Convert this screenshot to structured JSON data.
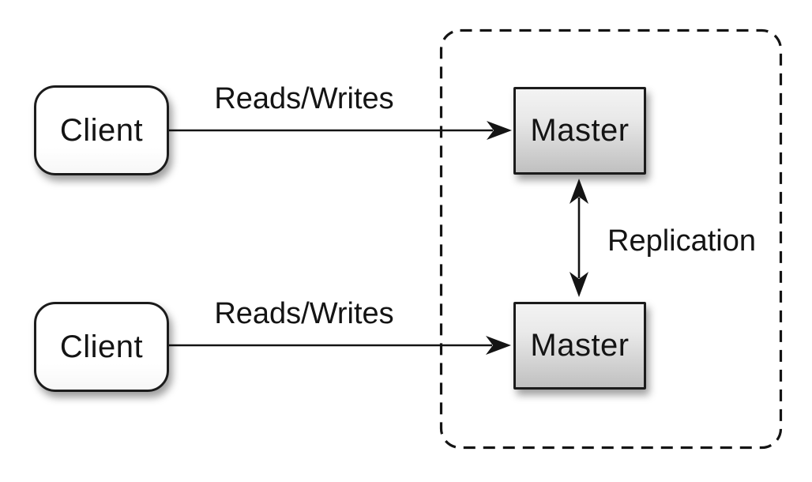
{
  "diagram": {
    "type": "architecture-diagram",
    "background_color": "#ffffff",
    "stroke_color": "#141414",
    "nodes": {
      "client_top": {
        "label": "Client",
        "shape": "rounded-rect",
        "fill": "#ffffff"
      },
      "client_bottom": {
        "label": "Client",
        "shape": "rounded-rect",
        "fill": "#ffffff"
      },
      "master_top": {
        "label": "Master",
        "shape": "rect",
        "fill_top": "#f3f3f3",
        "fill_bottom": "#c0c0c0"
      },
      "master_bottom": {
        "label": "Master",
        "shape": "rect",
        "fill_top": "#f3f3f3",
        "fill_bottom": "#c0c0c0"
      }
    },
    "groups": {
      "replication_boundary": {
        "style": "dashed-rounded-rect",
        "stroke": "#141414",
        "contains": [
          "master_top",
          "master_bottom"
        ]
      }
    },
    "edges": {
      "top_reads_writes": {
        "label": "Reads/Writes",
        "from": "client_top",
        "to": "master_top",
        "arrow": "single-head"
      },
      "bottom_reads_writes": {
        "label": "Reads/Writes",
        "from": "client_bottom",
        "to": "master_bottom",
        "arrow": "single-head"
      },
      "replication": {
        "label": "Replication",
        "from": "master_top",
        "to": "master_bottom",
        "arrow": "double-head"
      }
    }
  }
}
